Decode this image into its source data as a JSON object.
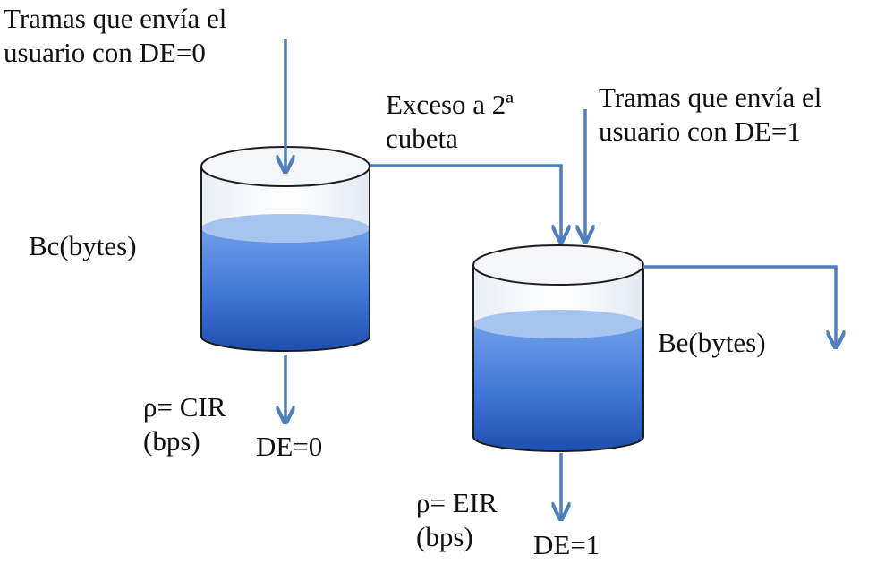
{
  "inputs": {
    "de0_line1": "Tramas que envía el",
    "de0_line2": "usuario con DE=0",
    "de1_line1": "Tramas que envía el",
    "de1_line2": "usuario con DE=1"
  },
  "overflow": {
    "line1": "Exceso a 2ª",
    "line2": "cubeta"
  },
  "bucket1": {
    "capacity": "Bc(bytes)",
    "rate_line1": "ρ= CIR",
    "rate_line2": "(bps)",
    "output": "DE=0"
  },
  "bucket2": {
    "capacity": "Be(bytes)",
    "rate_line1": "ρ= EIR",
    "rate_line2": "(bps)",
    "output": "DE=1"
  },
  "colors": {
    "arrow": "#4f7fbd",
    "water_top": "#3f76d6",
    "water_bottom": "#1f4fb0",
    "water_surface": "#a7c4ef",
    "outline": "#1e1e1e"
  }
}
